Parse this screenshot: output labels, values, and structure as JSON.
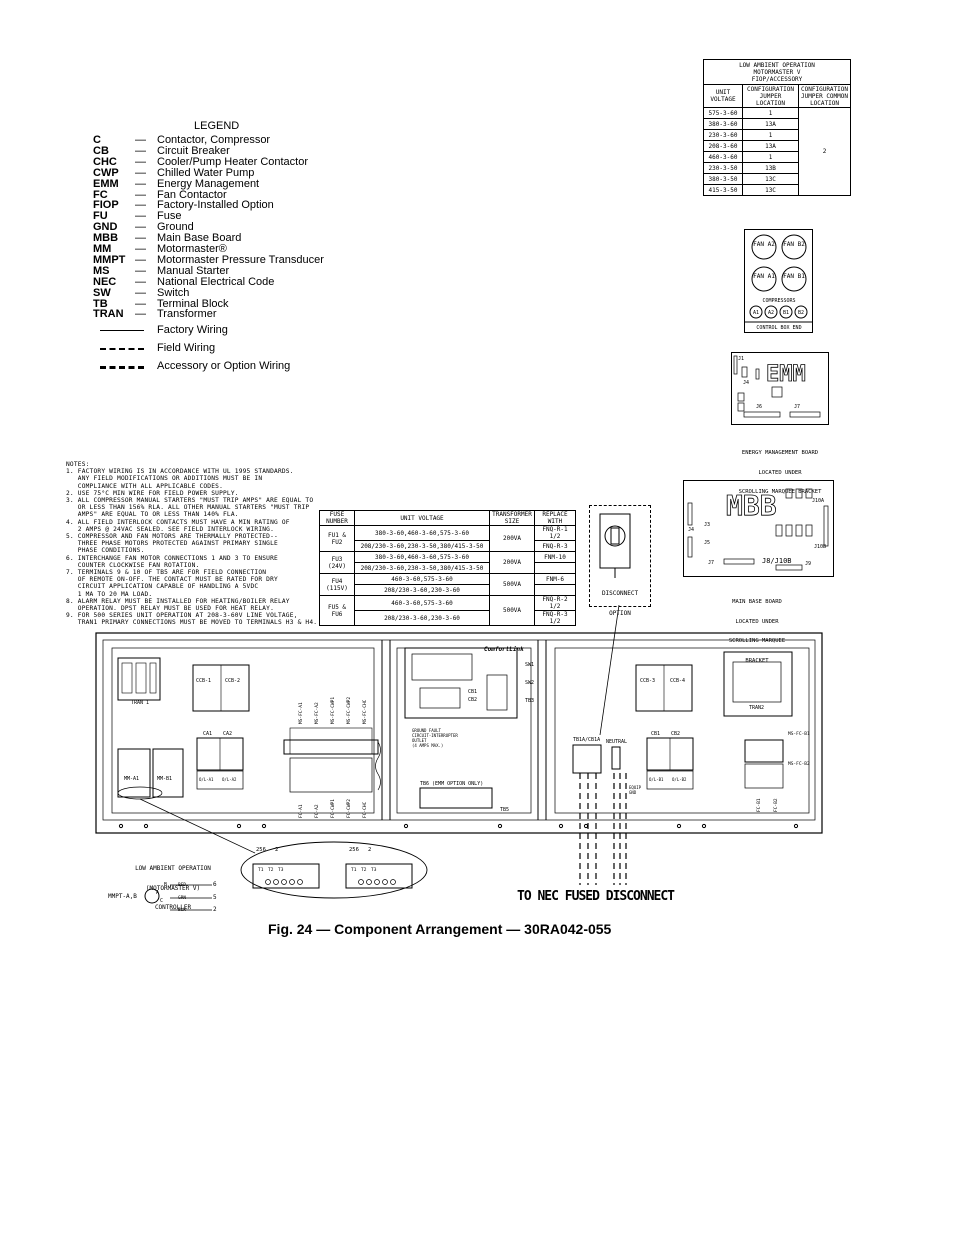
{
  "legend": {
    "title": "LEGEND",
    "items": [
      {
        "abbr": "C",
        "dash": "—",
        "desc": "Contactor, Compressor"
      },
      {
        "abbr": "CB",
        "dash": "—",
        "desc": "Circuit Breaker"
      },
      {
        "abbr": "CHC",
        "dash": "—",
        "desc": "Cooler/Pump Heater Contactor"
      },
      {
        "abbr": "CWP",
        "dash": "—",
        "desc": "Chilled Water Pump"
      },
      {
        "abbr": "EMM",
        "dash": "—",
        "desc": "Energy Management"
      },
      {
        "abbr": "FC",
        "dash": "—",
        "desc": "Fan Contactor"
      },
      {
        "abbr": "FIOP",
        "dash": "—",
        "desc": "Factory-Installed Option"
      },
      {
        "abbr": "FU",
        "dash": "—",
        "desc": "Fuse"
      },
      {
        "abbr": "GND",
        "dash": "—",
        "desc": "Ground"
      },
      {
        "abbr": "MBB",
        "dash": "—",
        "desc": "Main Base Board"
      },
      {
        "abbr": "MM",
        "dash": "—",
        "desc": "Motormaster®"
      },
      {
        "abbr": "MMPT",
        "dash": "—",
        "desc": "Motormaster Pressure Transducer"
      },
      {
        "abbr": "MS",
        "dash": "—",
        "desc": "Manual Starter"
      },
      {
        "abbr": "NEC",
        "dash": "—",
        "desc": "National Electrical Code"
      },
      {
        "abbr": "SW",
        "dash": "—",
        "desc": "Switch"
      },
      {
        "abbr": "TB",
        "dash": "—",
        "desc": "Terminal Block"
      },
      {
        "abbr": "TRAN",
        "dash": "—",
        "desc": "Transformer"
      }
    ],
    "wiring": [
      {
        "style": "solid",
        "desc": "Factory Wiring"
      },
      {
        "style": "dashed",
        "desc": "Field Wiring"
      },
      {
        "style": "heavy-dashed",
        "desc": "Accessory or Option Wiring"
      }
    ]
  },
  "notes": {
    "lines": [
      "NOTES:",
      "1. FACTORY WIRING IS IN ACCORDANCE WITH UL 1995 STANDARDS.",
      "   ANY FIELD MODIFICATIONS OR ADDITIONS MUST BE IN",
      "   COMPLIANCE WITH ALL APPLICABLE CODES.",
      "2. USE 75°C MIN WIRE FOR FIELD POWER SUPPLY.",
      "3. ALL COMPRESSOR MANUAL STARTERS \"MUST TRIP AMPS\" ARE EQUAL TO",
      "   OR LESS THAN 156% RLA. ALL OTHER MANUAL STARTERS \"MUST TRIP",
      "   AMPS\" ARE EQUAL TO OR LESS THAN 140% FLA.",
      "4. ALL FIELD INTERLOCK CONTACTS MUST HAVE A MIN RATING OF",
      "   2 AMPS @ 24VAC SEALED. SEE FIELD INTERLOCK WIRING.",
      "5. COMPRESSOR AND FAN MOTORS ARE THERMALLY PROTECTED--",
      "   THREE PHASE MOTORS PROTECTED AGAINST PRIMARY SINGLE",
      "   PHASE CONDITIONS.",
      "6. INTERCHANGE FAN MOTOR CONNECTIONS 1 AND 3 TO ENSURE",
      "   COUNTER CLOCKWISE FAN ROTATION.",
      "7. TERMINALS 9 & 10 OF TB5 ARE FOR FIELD CONNECTION",
      "   OF REMOTE ON-OFF. THE CONTACT MUST BE RATED FOR DRY",
      "   CIRCUIT APPLICATION CAPABLE OF HANDLING A 5VDC",
      "   1 MA TO 20 MA LOAD.",
      "8. ALARM RELAY MUST BE INSTALLED FOR HEATING/BOILER RELAY",
      "   OPERATION. DPST RELAY MUST BE USED FOR HEAT RELAY.",
      "9. FOR 500 SERIES UNIT OPERATION AT 208-3-60V LINE VOLTAGE,",
      "   TRAN1 PRIMARY CONNECTIONS MUST BE MOVED TO TERMINALS H3 & H4."
    ]
  },
  "low_ambient_table": {
    "title": [
      "LOW AMBIENT OPERATION",
      "MOTORMASTER V",
      "FIOP/ACCESSORY"
    ],
    "headers": [
      "UNIT VOLTAGE",
      "CONFIGURATION JUMPER LOCATION",
      "CONFIGURATION JUMPER COMMON LOCATION"
    ],
    "rows": [
      [
        "575-3-60",
        "1"
      ],
      [
        "380-3-60",
        "13A"
      ],
      [
        "230-3-60",
        "1"
      ],
      [
        "208-3-60",
        "13A"
      ],
      [
        "460-3-60",
        "1"
      ],
      [
        "230-3-50",
        "13B"
      ],
      [
        "380-3-50",
        "13C"
      ],
      [
        "415-3-50",
        "13C"
      ]
    ],
    "common": "2"
  },
  "fuse_table": {
    "headers": [
      "FUSE NUMBER",
      "UNIT VOLTAGE",
      "TRANSFORMER SIZE",
      "REPLACE WITH"
    ],
    "groups": [
      {
        "fuse": "FU1 & FU2",
        "size": "200VA",
        "rows": [
          [
            "380-3-60,460-3-60,575-3-60",
            "FNQ-R-1 1/2"
          ],
          [
            "208/230-3-60,230-3-50,380/415-3-50",
            "FNQ-R-3"
          ]
        ]
      },
      {
        "fuse": "FU3 (24V)",
        "size": "200VA",
        "rows": [
          [
            "380-3-60,460-3-60,575-3-60",
            "FNM-10"
          ],
          [
            "208/230-3-60,230-3-50,380/415-3-50",
            ""
          ]
        ]
      },
      {
        "fuse": "FU4 (115V)",
        "size": "500VA",
        "rows": [
          [
            "460-3-60,575-3-60",
            "FNM-6"
          ],
          [
            "208/230-3-60,230-3-60",
            ""
          ]
        ]
      },
      {
        "fuse": "FU5 & FU6",
        "size": "500VA",
        "rows": [
          [
            "460-3-60,575-3-60",
            "FNQ-R-2 1/2"
          ],
          [
            "208/230-3-60,230-3-60",
            "FNQ-R-3 1/2"
          ]
        ]
      }
    ]
  },
  "fan_layout": {
    "fans": [
      "FAN A2",
      "FAN B2",
      "FAN A1",
      "FAN B1"
    ],
    "compressors_label": "COMPRESSORS",
    "compressors": [
      "A1",
      "A2",
      "B1",
      "B2"
    ],
    "end_label": "CONTROL BOX END"
  },
  "emm_board": {
    "label": "EMM",
    "connectors": [
      "J1",
      "J4",
      "J6",
      "J7"
    ],
    "caption": [
      "ENERGY MANAGEMENT BOARD",
      "LOCATED UNDER",
      "SCROLLING MARQUEE BRACKET"
    ]
  },
  "mbb_board": {
    "label": "MBB",
    "connectors": [
      "J10A",
      "J3",
      "J4",
      "J5",
      "J7",
      "J8/J10B",
      "J9",
      "J10B"
    ],
    "caption": [
      "MAIN BASE BOARD",
      "LOCATED UNDER",
      "SCROLLING MARQUEE",
      "BRACKET"
    ]
  },
  "disconnect": {
    "label": [
      "DISCONNECT",
      "OPTION"
    ]
  },
  "panel": {
    "left": {
      "tran": "TRAN 1",
      "ccb": [
        "CCB-1",
        "CCB-2"
      ],
      "ca": [
        "CA1",
        "CA2"
      ],
      "mm": [
        "MM-A1",
        "MM-B1"
      ],
      "ms_labels": [
        "MS-FC-A1",
        "MS-FC-A2",
        "MS-FC-CWP1",
        "MS-FC-CWP2",
        "MS-FC-CHC"
      ],
      "fc_labels": [
        "FC-A1",
        "FC-A2",
        "FC-CWP1",
        "FC-CWP2",
        "FC-CHC"
      ],
      "overloads": [
        "O/L-A1",
        "O/L-A2"
      ]
    },
    "center": {
      "brand": "ComfortLink",
      "switches": [
        "SW1",
        "SW2",
        "TB3"
      ],
      "cb": [
        "CB1",
        "CB2"
      ],
      "gfci": [
        "GROUND FAULT",
        "CIRCUIT-INTERRUPTER",
        "OUTLET",
        "(4 AMPS MAX.)"
      ],
      "tb6": "TB6 (EMM OPTION ONLY)",
      "tb5": "TB5"
    },
    "right": {
      "ccb": [
        "CCB-3",
        "CCB-4"
      ],
      "cb": [
        "CB1",
        "CB2"
      ],
      "tb1": "TB1A/CB1A",
      "neutral": "NEUTRAL",
      "ground": [
        "EQUIP",
        "GND"
      ],
      "tran": "TRAN2",
      "ms": [
        "MS-FC-B1",
        "MS-FC-B2"
      ],
      "fc": [
        "FC-B1",
        "FC-B2"
      ],
      "overloads": [
        "O/L-B1",
        "O/L-B2"
      ]
    }
  },
  "controller": {
    "title": [
      "LOW AMBIENT OPERATION",
      "(MOTORMASTER V)",
      "CONTROLLER"
    ],
    "mmpt": "MMPT-A,B",
    "pins": [
      "B",
      "A",
      "C"
    ],
    "wires": [
      {
        "color": "RED",
        "terminal": "6"
      },
      {
        "color": "GRN",
        "terminal": "5"
      },
      {
        "color": "BLK",
        "terminal": "2"
      }
    ],
    "term_numbers": [
      "256",
      "2"
    ],
    "terminals": [
      "T1",
      "T2",
      "T3"
    ]
  },
  "nec_label": "TO NEC FUSED DISCONNECT",
  "caption": "Fig. 24 — Component Arrangement — 30RA042-055"
}
